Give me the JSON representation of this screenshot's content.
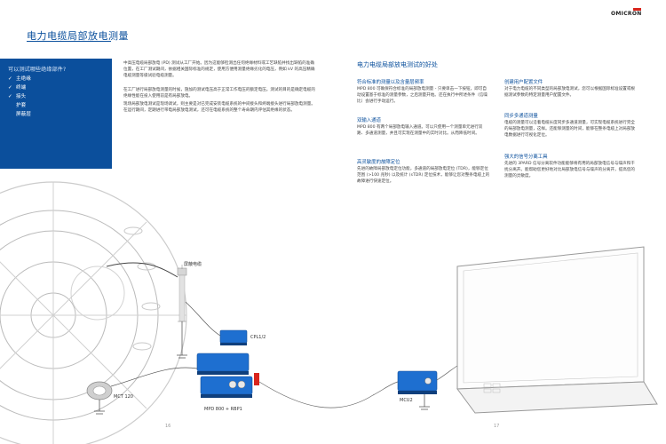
{
  "header": {
    "title": "电力电缆局部放电测量",
    "logo_text": "OMICRON"
  },
  "sidebar": {
    "question": "可以测试哪些绝缘部件?",
    "items": [
      {
        "label": "主绝缘",
        "checked": true
      },
      {
        "label": "终端",
        "checked": true
      },
      {
        "label": "接头",
        "checked": true
      },
      {
        "label": "护套",
        "checked": false
      },
      {
        "label": "屏蔽层",
        "checked": false
      }
    ]
  },
  "intro": {
    "p1": "中高压电缆局部放电 (PD) 测试从工厂开始。因为这能够检测出任何绝缘材料或工艺缺陷并找出缺陷的准确位置，在工厂测试期间，依据相关国际标准的规定，使用方便用测量绝缘劣化的电压，例如 kV 的高压精确电缆测量等级试验电缆测量。",
    "p2": "在工厂进行局部放电测量的时候，施加的测试电压高于正常工作电压的额定电压。测试的目的是确定电缆的绝缘性能在投入使用前是有局部放电。",
    "p3": "现场局部放电测试是现场调试，则主要是对已完成安装电缆系统的中间接头和终端接头进行局部放电测量。在运行期间，定期进行带电局部放电测试，还可在电缆系统的整个寿命期内评估其绝缘的状态。"
  },
  "benefits": {
    "heading": "电力电缆局部放电测试的好处",
    "col1": [
      {
        "title": "符合标准的测量以及含量层频率",
        "text": "MPD 800 可确保符合标准的局部放电测量 - 只要单击一下按钮，即可自动设置基于标准的测量参数，之后测量开始。还在执行中所述条件（信噪比）会进行手动运行。"
      },
      {
        "title": "双输入通道",
        "text": "MPD 800 有两个局部放电输入通道。可以只使用一个测量单元进行双路、多通道测量，并且可实现在测量中的实时对比。从而降低时间。"
      },
      {
        "title": "高灵敏度的故障定位",
        "text": "先进的故障局部放电定位功能，多通道的局部放电定位 (TDR)，能够定位范围 (>100 兆秒) 以及统计 (sTDR) 定位技术，能够让您对整条电缆上的故障进行快速定位。"
      }
    ],
    "col2": [
      {
        "title": "创建用户配置文件",
        "text": "对于电力电缆的不同类型的局部放电测试，您可以根据国际标准设置或根据测试参数的特定测量用户配置文件。"
      },
      {
        "title": "同步多通道测量",
        "text": "电缆的测量可以沿着电缆长度同步多通道测量，可实现电缆系统进行完全的局部放电测量，这样。还能够测量的时间，能够在整条电缆上对局部放电数据进行可视化定位。"
      },
      {
        "title": "强大的信号分离工具",
        "text": "先进的 3PARD 信号分离软件功能能够将有用的局部放电信号与噪声和干扰分离开。能帮助您更好地对比局部放电信号与噪声的分离开，提高您的测量的灵敏度。"
      }
    ]
  },
  "illustration": {
    "labels": {
      "shield": "屏蔽电缆",
      "cpl": "CPL1/2",
      "mct": "MCT 120",
      "mpd": "MPD 800 + RBP1",
      "mcu": "MCU2"
    }
  },
  "footer": {
    "page_left": "16",
    "page_right": "17"
  },
  "colors": {
    "brand_blue": "#0b4f9c",
    "logo_red": "#d9251c",
    "device_blue": "#1e6fd0"
  }
}
